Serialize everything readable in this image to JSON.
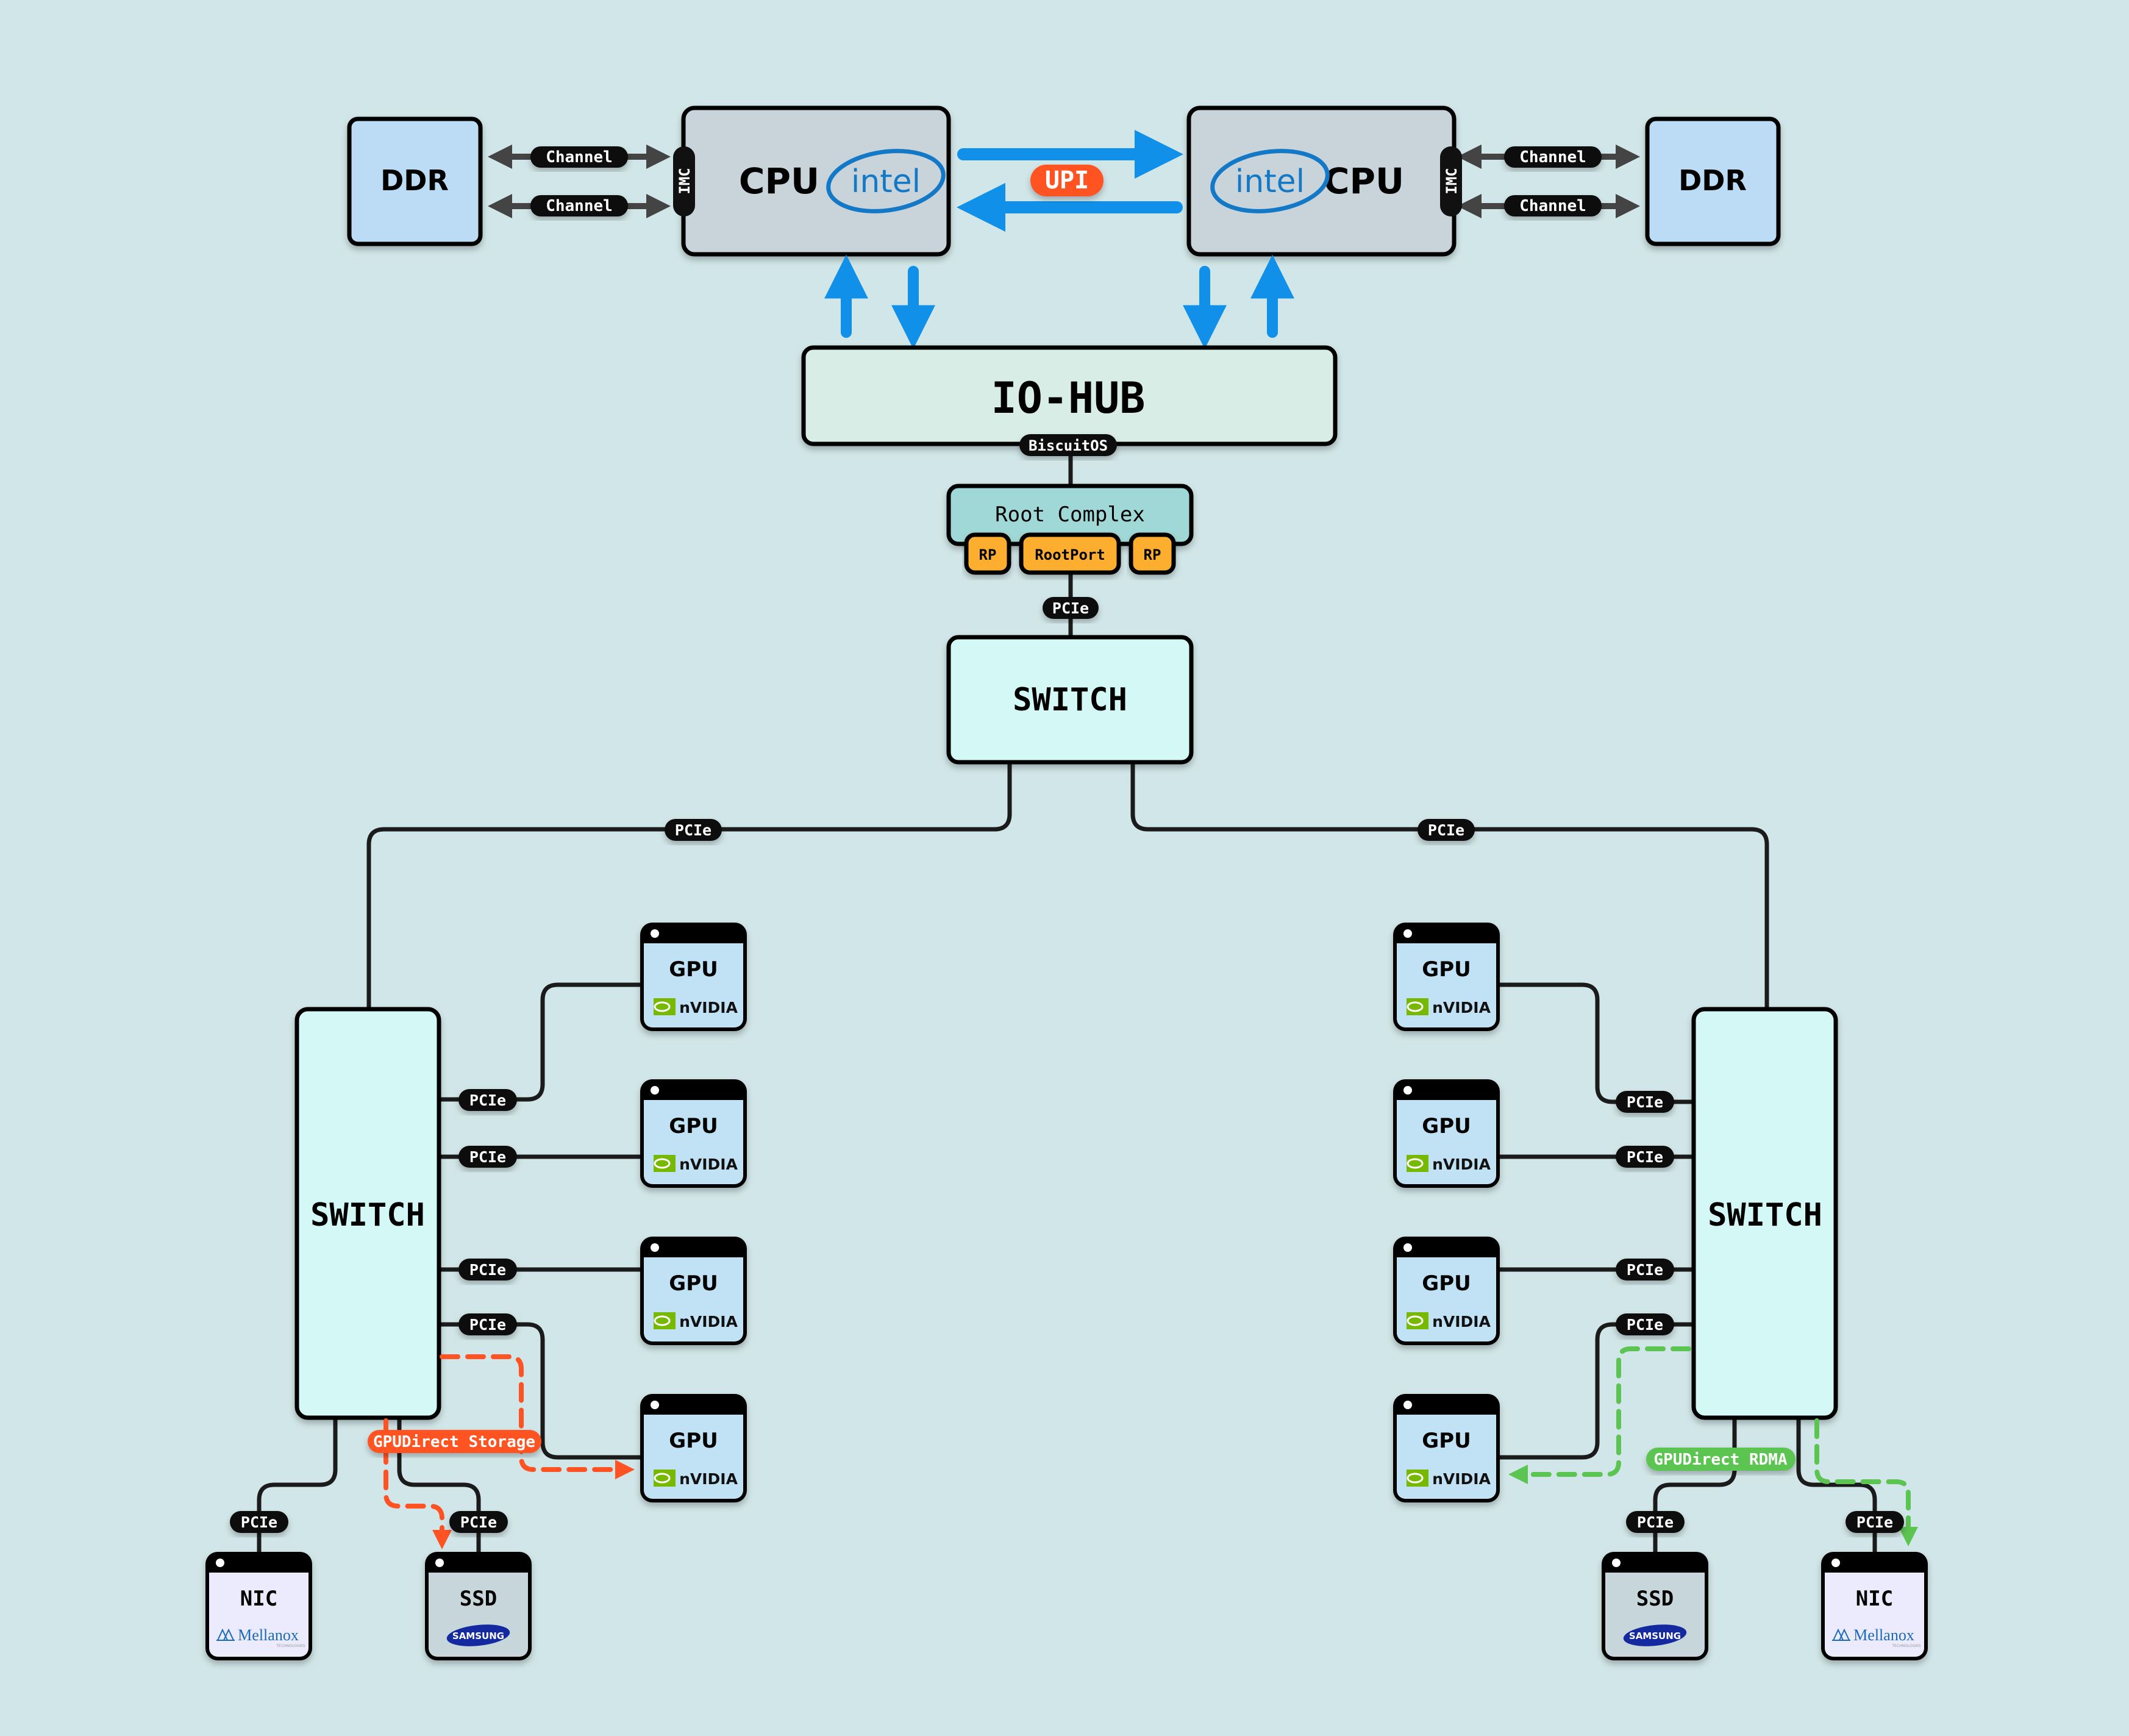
{
  "colors": {
    "background": "#d1e6e8",
    "ddr_fill": "#bcdcf6",
    "cpu_fill": "#c9d3da",
    "iohub_fill": "#d8ede6",
    "root_complex_fill": "#9fd8d6",
    "root_port_fill": "#fdae2d",
    "switch_fill": "#d4f8f5",
    "gpu_fill": "#c1e2f4",
    "ssd_fill": "#c6d6da",
    "nic_fill": "#ecebfd",
    "upi_arrow": "#1090e8",
    "upi_badge": "#ff5323",
    "gds_path": "#ff5323",
    "rdma_path": "#5cc451",
    "nvidia_green": "#76b900",
    "intel_blue": "#1379c7",
    "samsung_blue": "#1428a0",
    "mellanox_blue": "#1a6ab6"
  },
  "top": {
    "left_ddr": {
      "label": "DDR"
    },
    "right_ddr": {
      "label": "DDR"
    },
    "left_cpu": {
      "label": "CPU",
      "brand": "intel",
      "imc": "IMC"
    },
    "right_cpu": {
      "label": "CPU",
      "brand": "intel",
      "imc": "IMC"
    },
    "channels": [
      "Channel",
      "Channel",
      "Channel",
      "Channel"
    ],
    "interconnect": "UPI"
  },
  "iohub": {
    "label": "IO-HUB",
    "tag": "BiscuitOS"
  },
  "root_complex": {
    "label": "Root Complex",
    "ports": [
      "RP",
      "RootPort",
      "RP"
    ]
  },
  "top_switch": {
    "label": "SWITCH",
    "link": "PCIe"
  },
  "trunk_links": [
    "PCIe",
    "PCIe"
  ],
  "left_switch": {
    "label": "SWITCH",
    "gpu_links": [
      "PCIe",
      "PCIe",
      "PCIe",
      "PCIe"
    ],
    "bottom_links": [
      "PCIe",
      "PCIe"
    ]
  },
  "right_switch": {
    "label": "SWITCH",
    "gpu_links": [
      "PCIe",
      "PCIe",
      "PCIe",
      "PCIe"
    ],
    "bottom_links": [
      "PCIe",
      "PCIe"
    ]
  },
  "gpu": {
    "label": "GPU",
    "brand": "nVIDIA"
  },
  "left_gpus": [
    {
      "label": "GPU"
    },
    {
      "label": "GPU"
    },
    {
      "label": "GPU"
    },
    {
      "label": "GPU"
    }
  ],
  "right_gpus": [
    {
      "label": "GPU"
    },
    {
      "label": "GPU"
    },
    {
      "label": "GPU"
    },
    {
      "label": "GPU"
    }
  ],
  "left_devices": [
    {
      "label": "NIC",
      "brand": "Mellanox",
      "brand_sub": "TECHNOLOGIES"
    },
    {
      "label": "SSD",
      "brand": "SAMSUNG"
    }
  ],
  "right_devices": [
    {
      "label": "SSD",
      "brand": "SAMSUNG"
    },
    {
      "label": "NIC",
      "brand": "Mellanox",
      "brand_sub": "TECHNOLOGIES"
    }
  ],
  "flows": {
    "left": "GPUDirect Storage",
    "right": "GPUDirect RDMA"
  }
}
